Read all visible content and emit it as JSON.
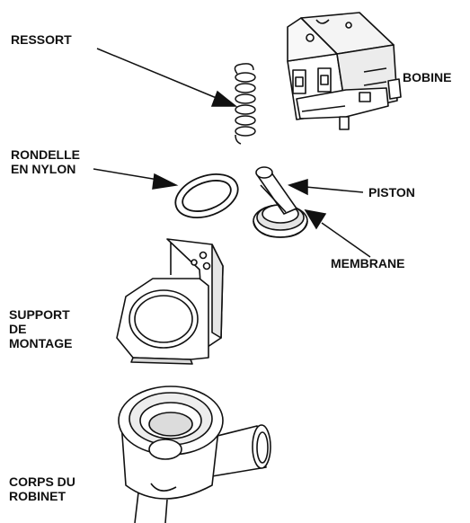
{
  "labels": {
    "ressort": "RESSORT",
    "bobine": "BOBINE",
    "rondelle_line1": "RONDELLE",
    "rondelle_line2": "EN NYLON",
    "piston": "PISTON",
    "membrane": "MEMBRANE",
    "support_line1": "SUPPORT",
    "support_line2": "DE",
    "support_line3": "MONTAGE",
    "corps_line1": "CORPS DU",
    "corps_line2": "ROBINET"
  },
  "colors": {
    "ink": "#111111",
    "background": "#ffffff",
    "shade": "#cfcfcf"
  }
}
